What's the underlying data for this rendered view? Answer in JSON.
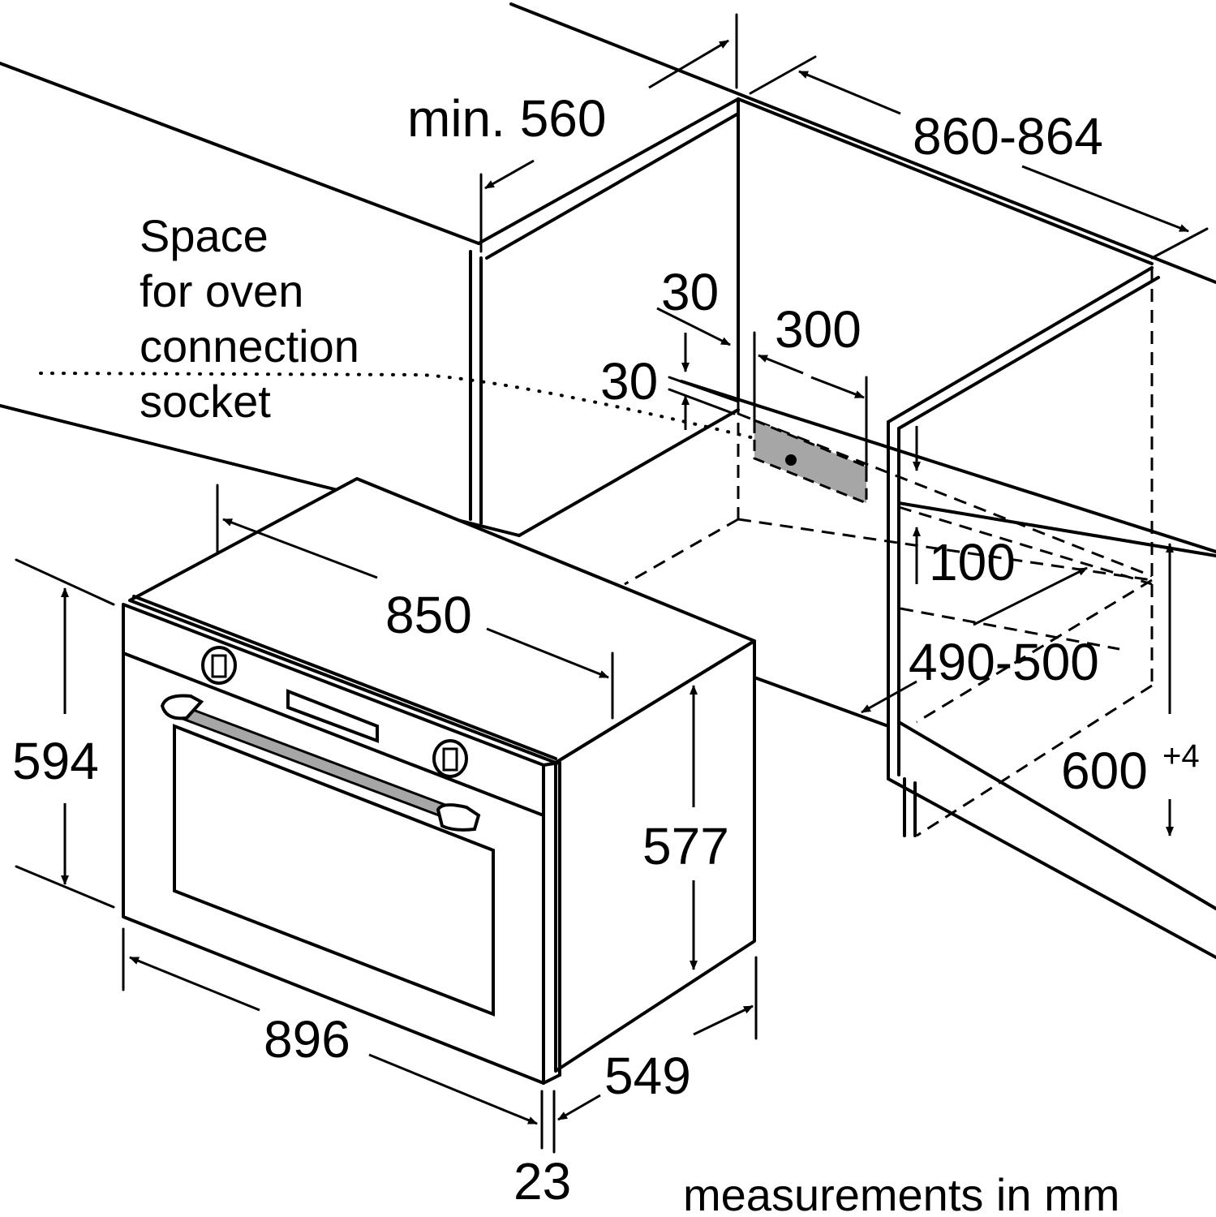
{
  "dimensions": {
    "min_depth": "min. 560",
    "niche_width": "860-864",
    "socket_offset_side": "30",
    "socket_offset_top": "30",
    "socket_width": "300",
    "socket_height": "100",
    "niche_depth": "490-500",
    "niche_height": "600",
    "niche_height_tolerance": "+4",
    "oven_body_width": "850",
    "oven_front_height": "594",
    "oven_body_height": "577",
    "oven_front_width": "896",
    "oven_body_depth": "549",
    "front_panel_thickness": "23"
  },
  "socket_note": {
    "line1": "Space",
    "line2": "for oven",
    "line3": "connection",
    "line4": "socket"
  },
  "units_note": "measurements in mm",
  "colors": {
    "line": "#000000",
    "socket_fill": "#a6a6a6",
    "handle_fill": "#a6a6a6",
    "background": "#ffffff"
  }
}
